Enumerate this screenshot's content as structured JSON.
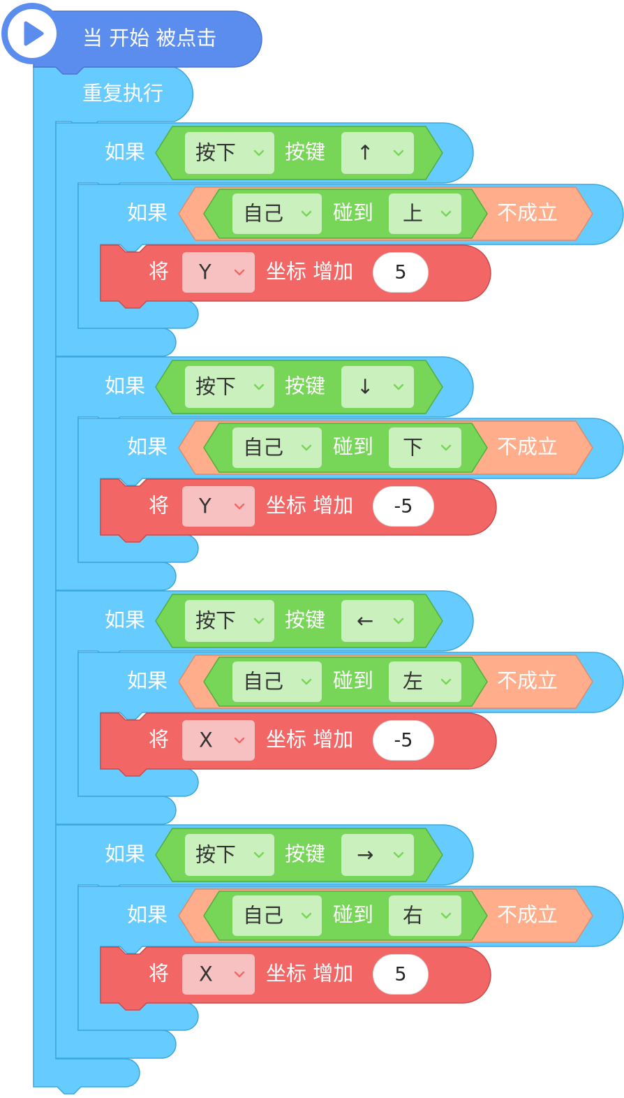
{
  "hat": {
    "label": "当 开始 被点击",
    "icon": "play-icon"
  },
  "repeat": {
    "label": "重复执行"
  },
  "branches": [
    {
      "outer": {
        "if_label": "如果",
        "pressed": "按下",
        "key_label": "按键",
        "key": "↑"
      },
      "inner": {
        "if_label": "如果",
        "self": "自己",
        "touch_label": "碰到",
        "edge": "上",
        "not_label": "不成立"
      },
      "action": {
        "set_label": "将",
        "axis": "Y",
        "coord_label": "坐标 增加",
        "value": "5"
      }
    },
    {
      "outer": {
        "if_label": "如果",
        "pressed": "按下",
        "key_label": "按键",
        "key": "↓"
      },
      "inner": {
        "if_label": "如果",
        "self": "自己",
        "touch_label": "碰到",
        "edge": "下",
        "not_label": "不成立"
      },
      "action": {
        "set_label": "将",
        "axis": "Y",
        "coord_label": "坐标 增加",
        "value": "-5"
      }
    },
    {
      "outer": {
        "if_label": "如果",
        "pressed": "按下",
        "key_label": "按键",
        "key": "←"
      },
      "inner": {
        "if_label": "如果",
        "self": "自己",
        "touch_label": "碰到",
        "edge": "左",
        "not_label": "不成立"
      },
      "action": {
        "set_label": "将",
        "axis": "X",
        "coord_label": "坐标 增加",
        "value": "-5"
      }
    },
    {
      "outer": {
        "if_label": "如果",
        "pressed": "按下",
        "key_label": "按键",
        "key": "→"
      },
      "inner": {
        "if_label": "如果",
        "self": "自己",
        "touch_label": "碰到",
        "edge": "右",
        "not_label": "不成立"
      },
      "action": {
        "set_label": "将",
        "axis": "X",
        "coord_label": "坐标 增加",
        "value": "5"
      }
    }
  ],
  "colors": {
    "event": "#5b8def",
    "control": "#66ccff",
    "control_stroke": "#3aa6dd",
    "sensing": "#77d558",
    "sensing_stroke": "#4fae3a",
    "operator": "#ffad8a",
    "operator_stroke": "#e08a66",
    "motion": "#f26666",
    "motion_stroke": "#c84b4b"
  }
}
